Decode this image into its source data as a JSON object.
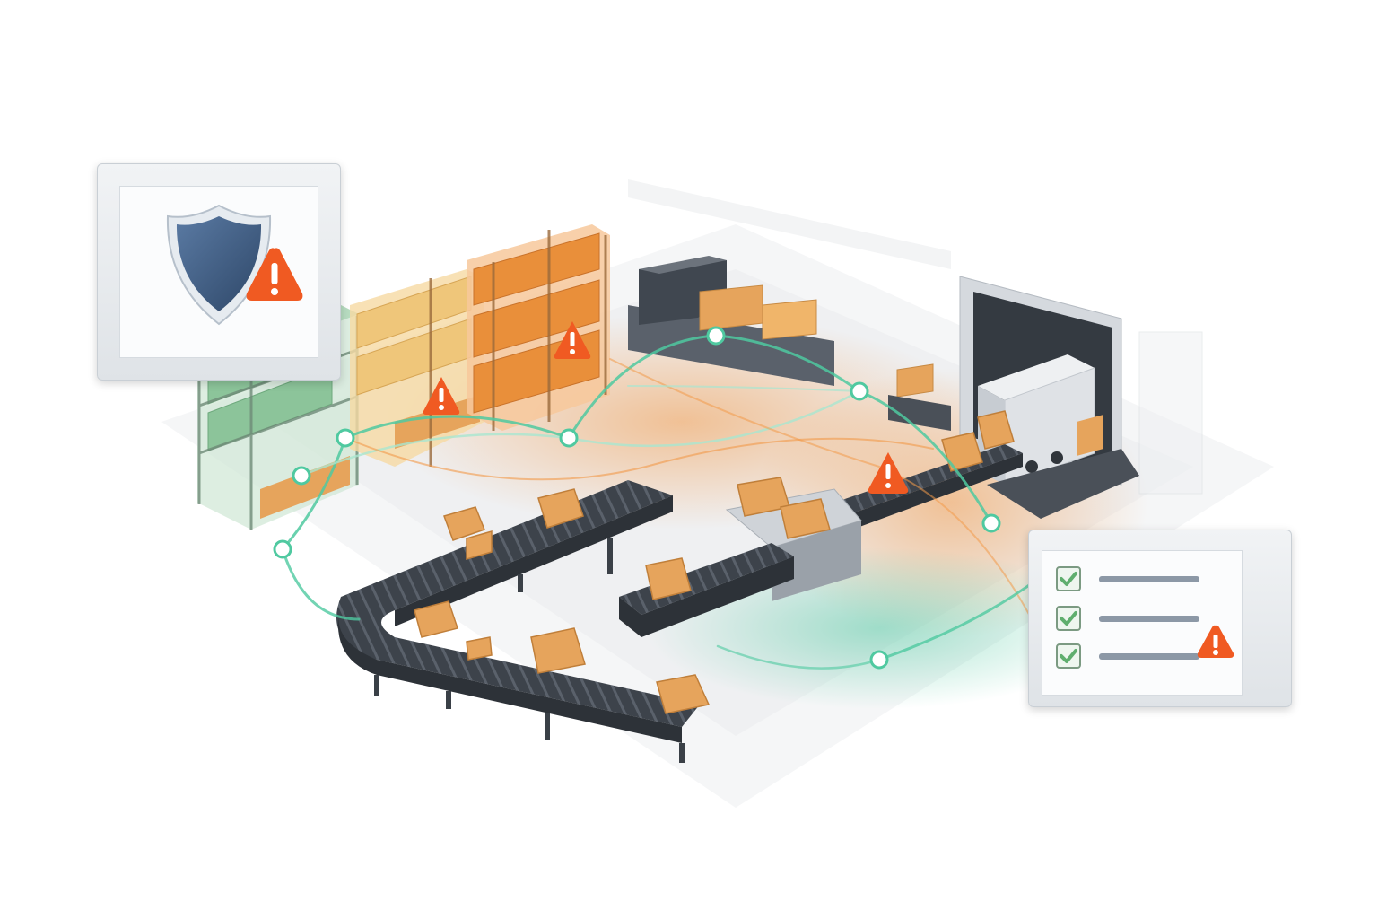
{
  "colors": {
    "alert": "#f05a22",
    "flow_green": "#4fc9a0",
    "flow_orange": "#f29a4a",
    "shield": "#3f5f86",
    "box": "#e6a45c",
    "conveyor": "#3d434b",
    "rack_green": "#8cc49a",
    "rack_orange": "#e98f3a",
    "check": "#5fae6e"
  },
  "icons": {
    "security": "shield-icon",
    "alert": "warning-triangle-icon",
    "checklist": "check-icon",
    "node": "network-node-icon"
  },
  "checklist": {
    "items_checked": 3,
    "items_total": 3
  },
  "alerts_shown": 5,
  "network_nodes_shown": 8
}
